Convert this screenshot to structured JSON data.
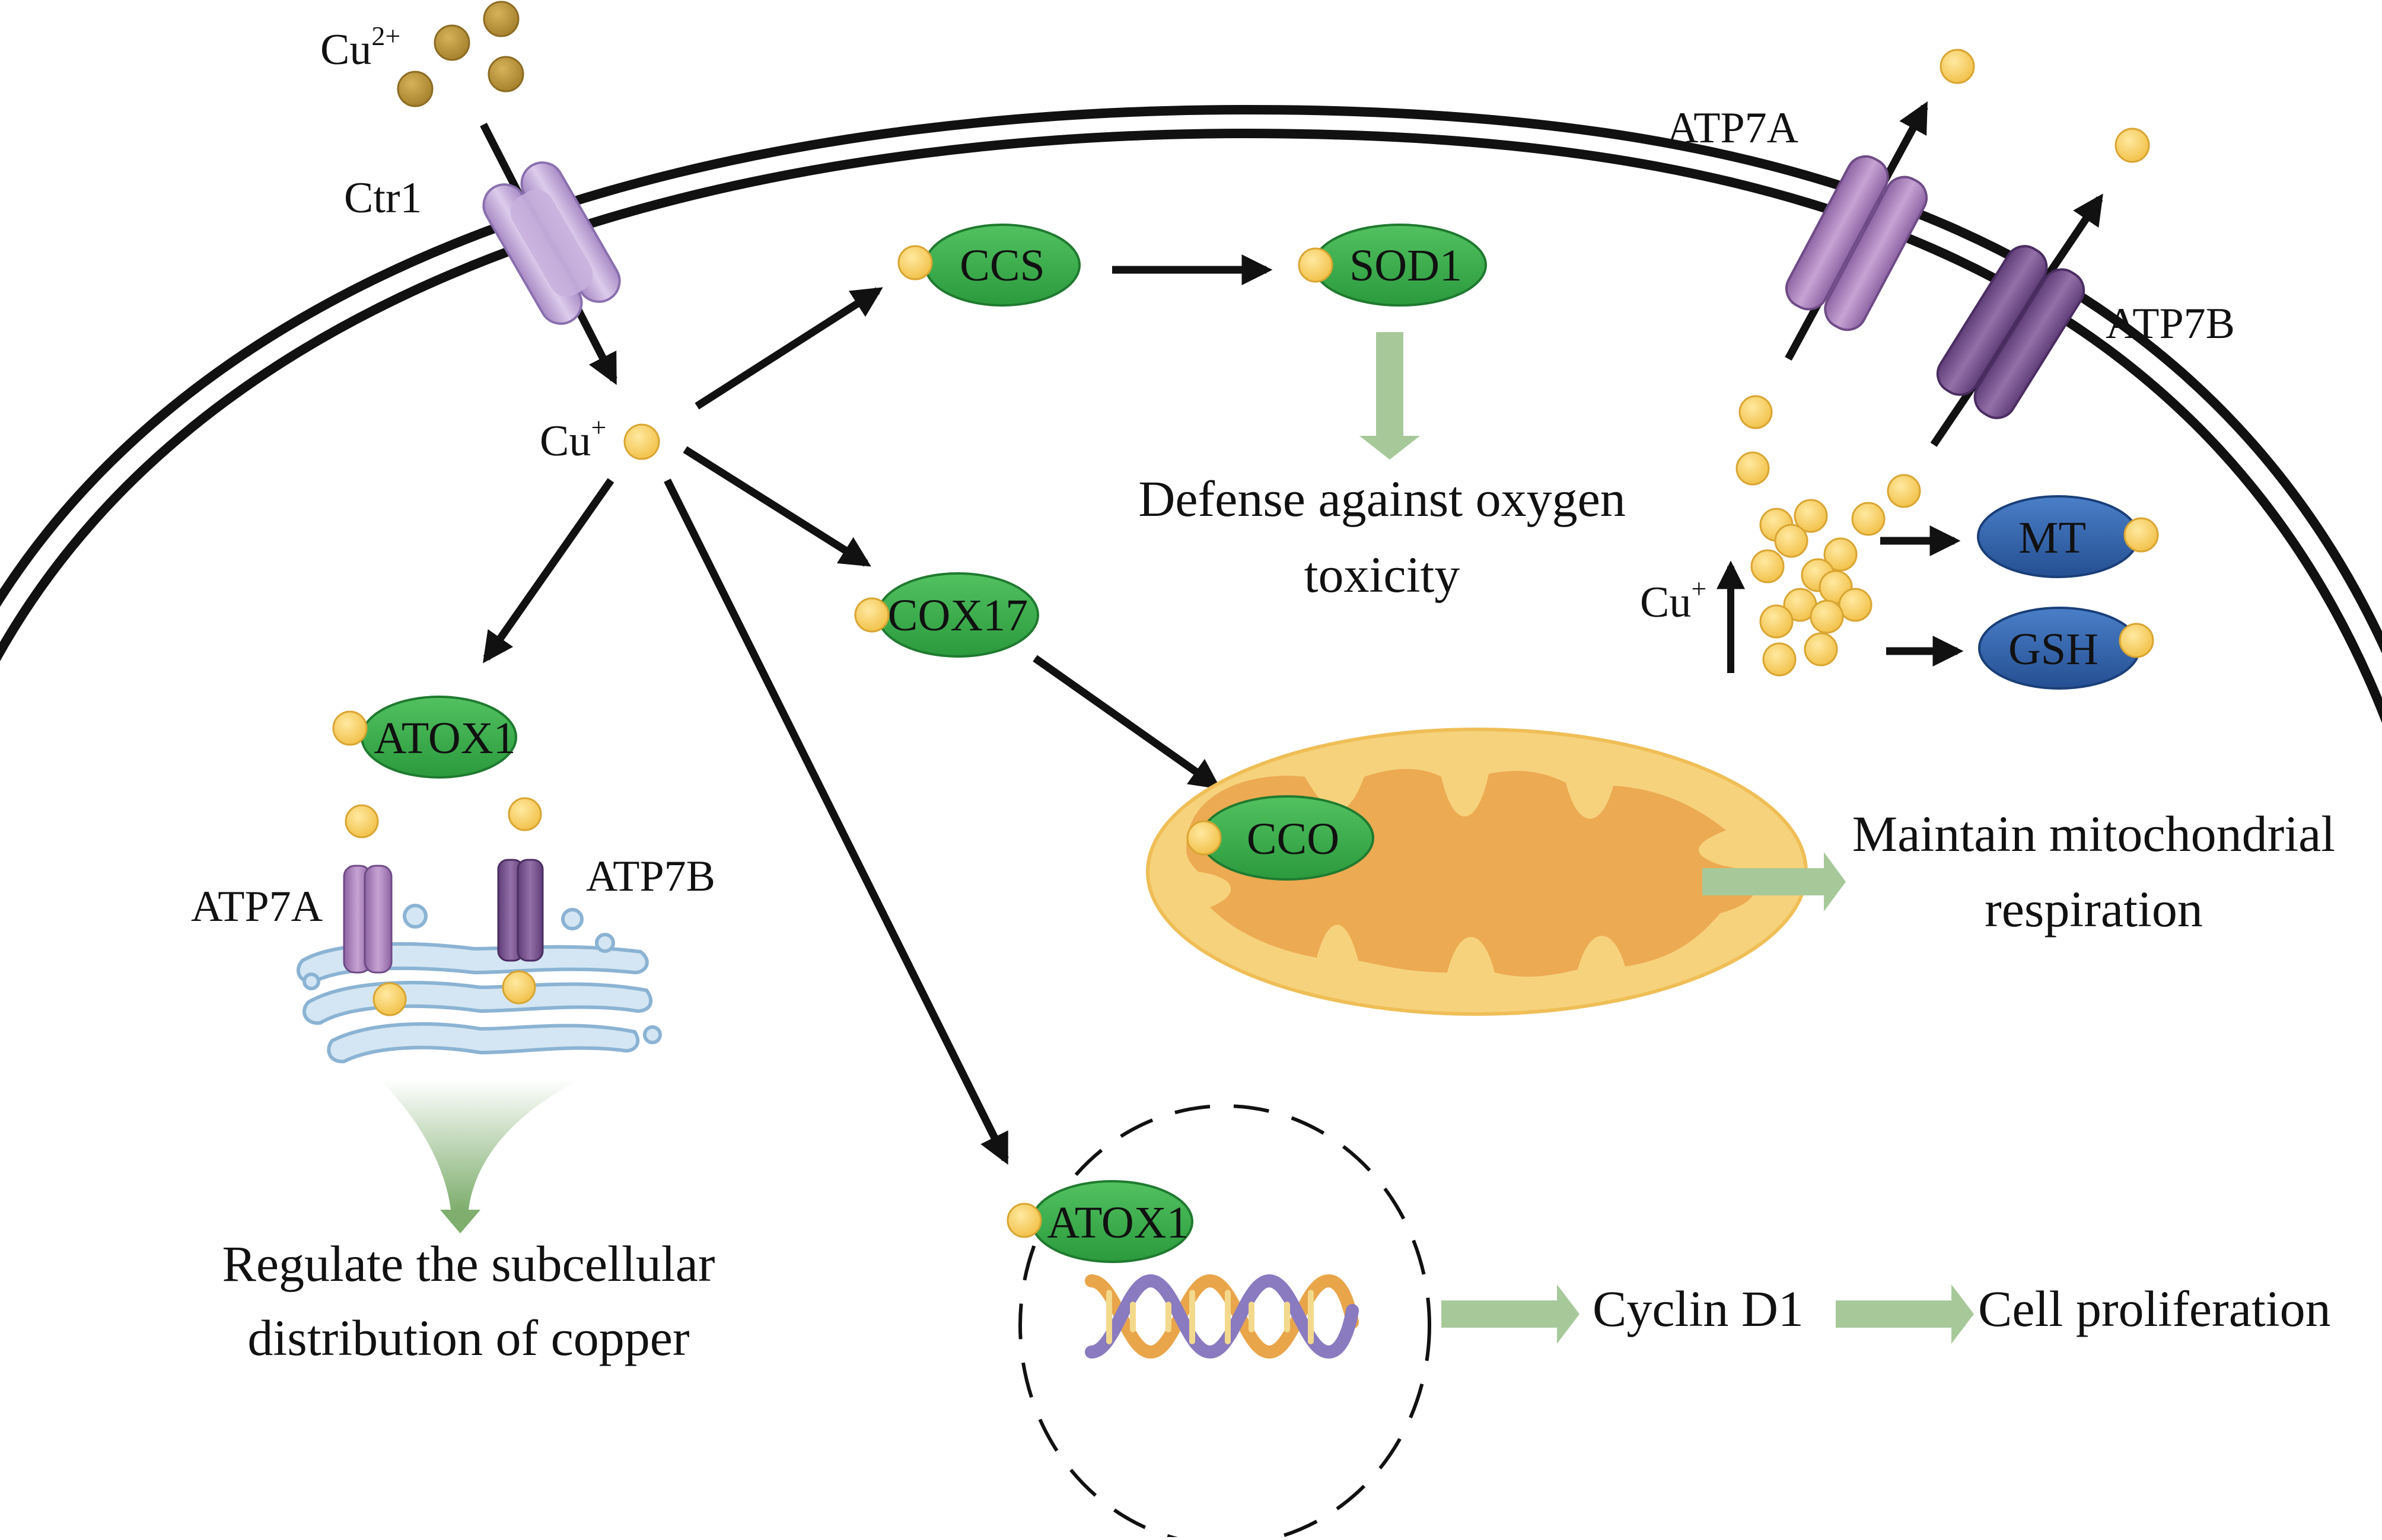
{
  "colors": {
    "copper_ion_dark": "#b8963a",
    "copper_ion": "#f4c95a",
    "chaperone_green": "#3aa84a",
    "buffer_blue": "#2f62ad",
    "transporter_purple": "#a47bb2",
    "transporter_dark_purple": "#7b5090",
    "mitochondria_outer": "#f6d27c",
    "mitochondria_inner": "#ecaa52",
    "golgi_blue": "#d4e6f3",
    "pathway_arrow_green": "#a7c99a",
    "arrow_black": "#111111"
  },
  "extracellular": {
    "ion_base": "Cu",
    "ion_charge": "2+"
  },
  "importer": {
    "label": "Ctr1"
  },
  "intracellular_ion": {
    "base": "Cu",
    "charge": "+"
  },
  "proteins": {
    "ccs": "CCS",
    "sod1": "SOD1",
    "cox17": "COX17",
    "cco": "CCO",
    "atox1_golgi": "ATOX1",
    "atox1_nucleus": "ATOX1",
    "mt": "MT",
    "gsh": "GSH"
  },
  "membrane_exporters": {
    "atp7a": "ATP7A",
    "atp7b": "ATP7B"
  },
  "golgi_transporters": {
    "atp7a": "ATP7A",
    "atp7b": "ATP7B"
  },
  "copper_excess": {
    "base": "Cu",
    "charge": "+"
  },
  "outcomes": {
    "sod1_line1": "Defense against oxygen",
    "sod1_line2": "toxicity",
    "mito_line1": "Maintain mitochondrial",
    "mito_line2": "respiration",
    "golgi_line1": "Regulate the subcellular",
    "golgi_line2": "distribution of copper",
    "cyclin": "Cyclin D1",
    "proliferation": "Cell proliferation"
  }
}
